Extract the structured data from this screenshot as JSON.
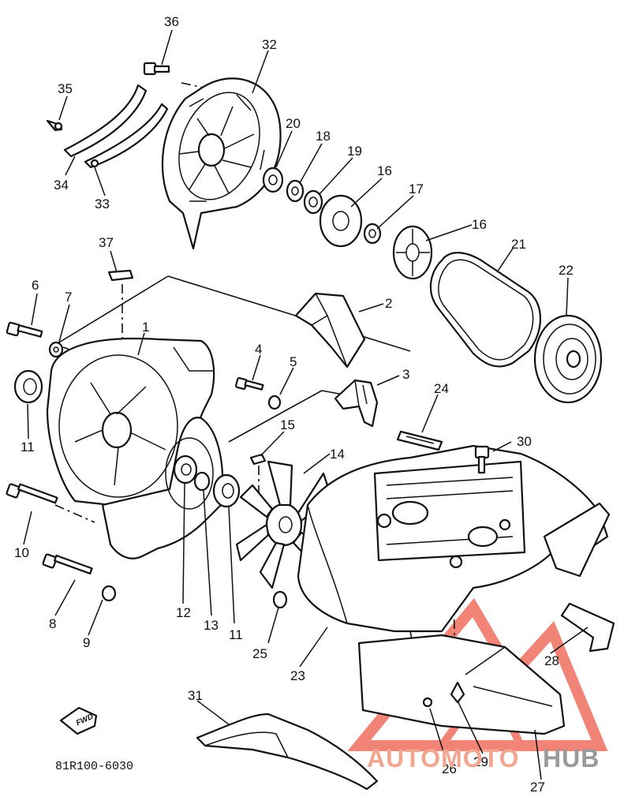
{
  "diagram": {
    "labels": {
      "p1": "1",
      "p2": "2",
      "p3": "3",
      "p4": "4",
      "p5": "5",
      "p6": "6",
      "p7": "7",
      "p8": "8",
      "p9": "9",
      "p10": "10",
      "p11a": "11",
      "p11b": "11",
      "p12": "12",
      "p13": "13",
      "p14": "14",
      "p15": "15",
      "p16a": "16",
      "p16b": "16",
      "p17": "17",
      "p18": "18",
      "p19": "19",
      "p20": "20",
      "p21": "21",
      "p22": "22",
      "p23": "23",
      "p24": "24",
      "p25": "25",
      "p26": "26",
      "p27": "27",
      "p28": "28",
      "p29": "29",
      "p30": "30",
      "p31": "31",
      "p32": "32",
      "p33": "33",
      "p34": "34",
      "p35": "35",
      "p36": "36",
      "p37": "37"
    },
    "fwd_label": "FWD",
    "code": "81R100-6030"
  },
  "watermark": {
    "part1": "AUTOMOTO",
    "part2": "HUB",
    "color1": "#f2a58f",
    "color2": "#9a9a9a",
    "logo_color": "#ee5a4a"
  }
}
